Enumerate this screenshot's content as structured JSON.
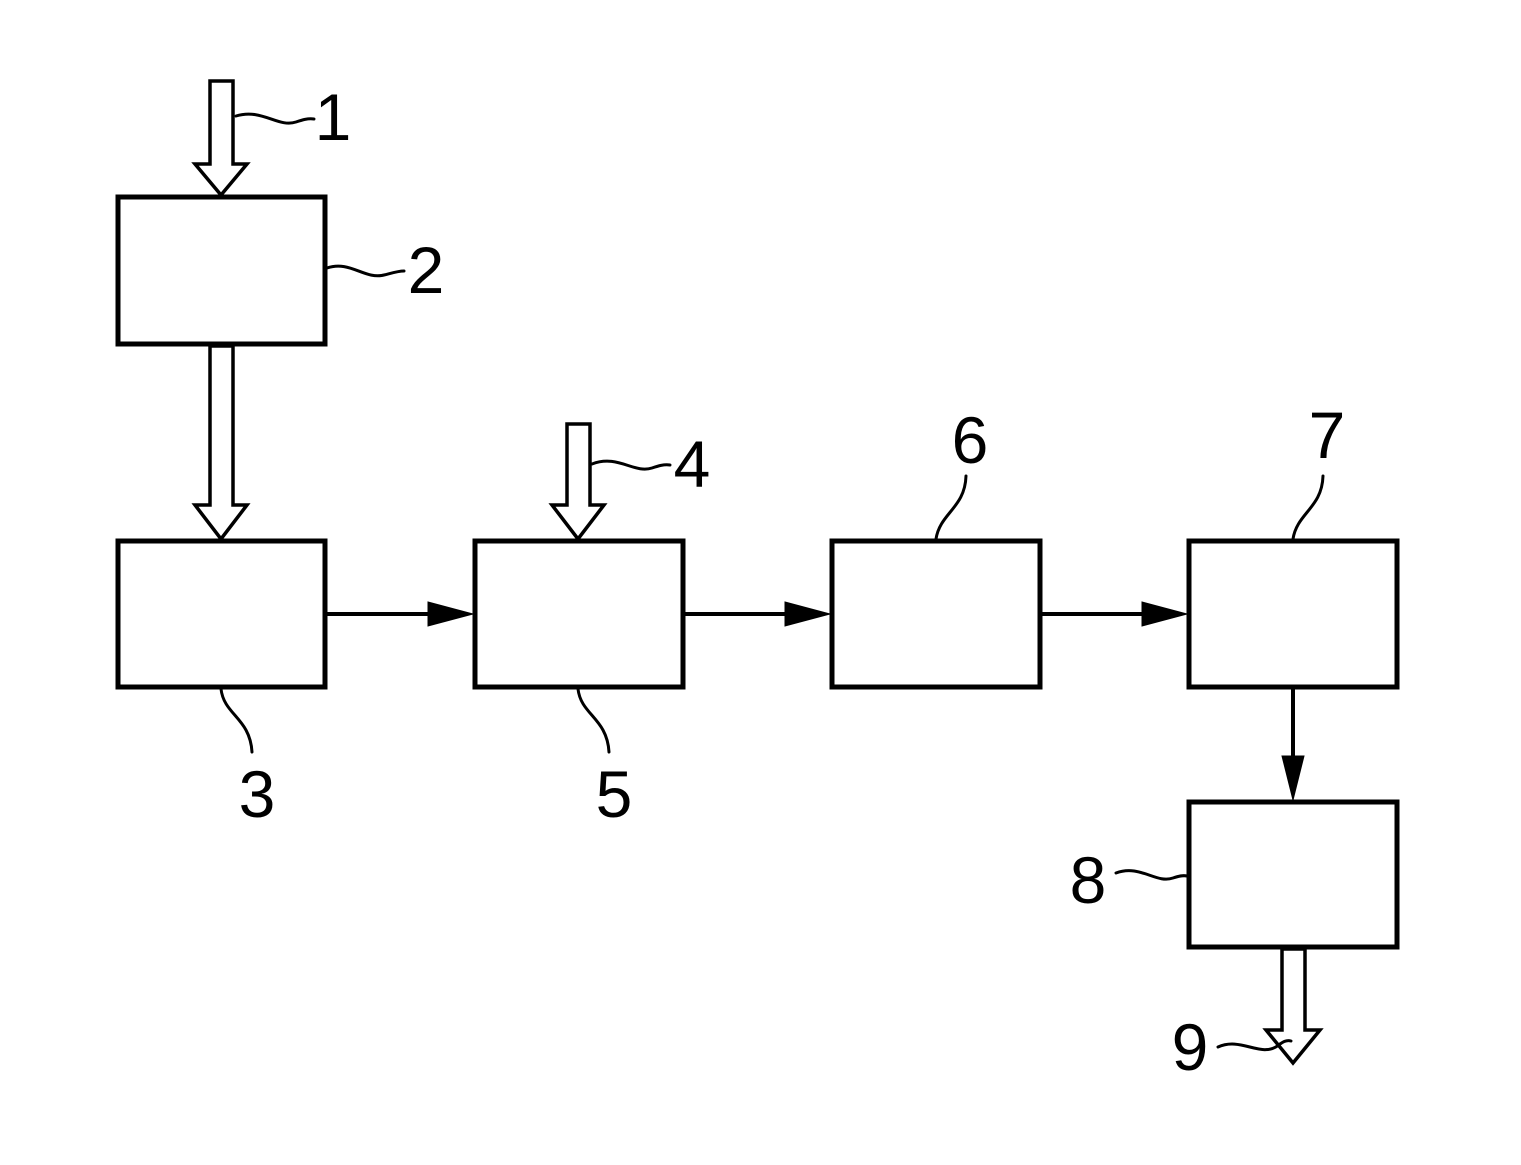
{
  "diagram": {
    "type": "block-flow",
    "labels": {
      "ref_1": "1",
      "ref_2": "2",
      "ref_3": "3",
      "ref_4": "4",
      "ref_5": "5",
      "ref_6": "6",
      "ref_7": "7",
      "ref_8": "8",
      "ref_9": "9"
    },
    "blocks": [
      {
        "id": "2"
      },
      {
        "id": "3"
      },
      {
        "id": "5"
      },
      {
        "id": "6"
      },
      {
        "id": "7"
      },
      {
        "id": "8"
      }
    ],
    "flows": [
      {
        "from": "1",
        "to": "2",
        "style": "hollow"
      },
      {
        "from": "2",
        "to": "3",
        "style": "hollow"
      },
      {
        "from": "4",
        "to": "5",
        "style": "hollow"
      },
      {
        "from": "3",
        "to": "5",
        "style": "line"
      },
      {
        "from": "5",
        "to": "6",
        "style": "line"
      },
      {
        "from": "6",
        "to": "7",
        "style": "line"
      },
      {
        "from": "7",
        "to": "8",
        "style": "line"
      },
      {
        "from": "8",
        "to": "9",
        "style": "hollow"
      }
    ]
  }
}
